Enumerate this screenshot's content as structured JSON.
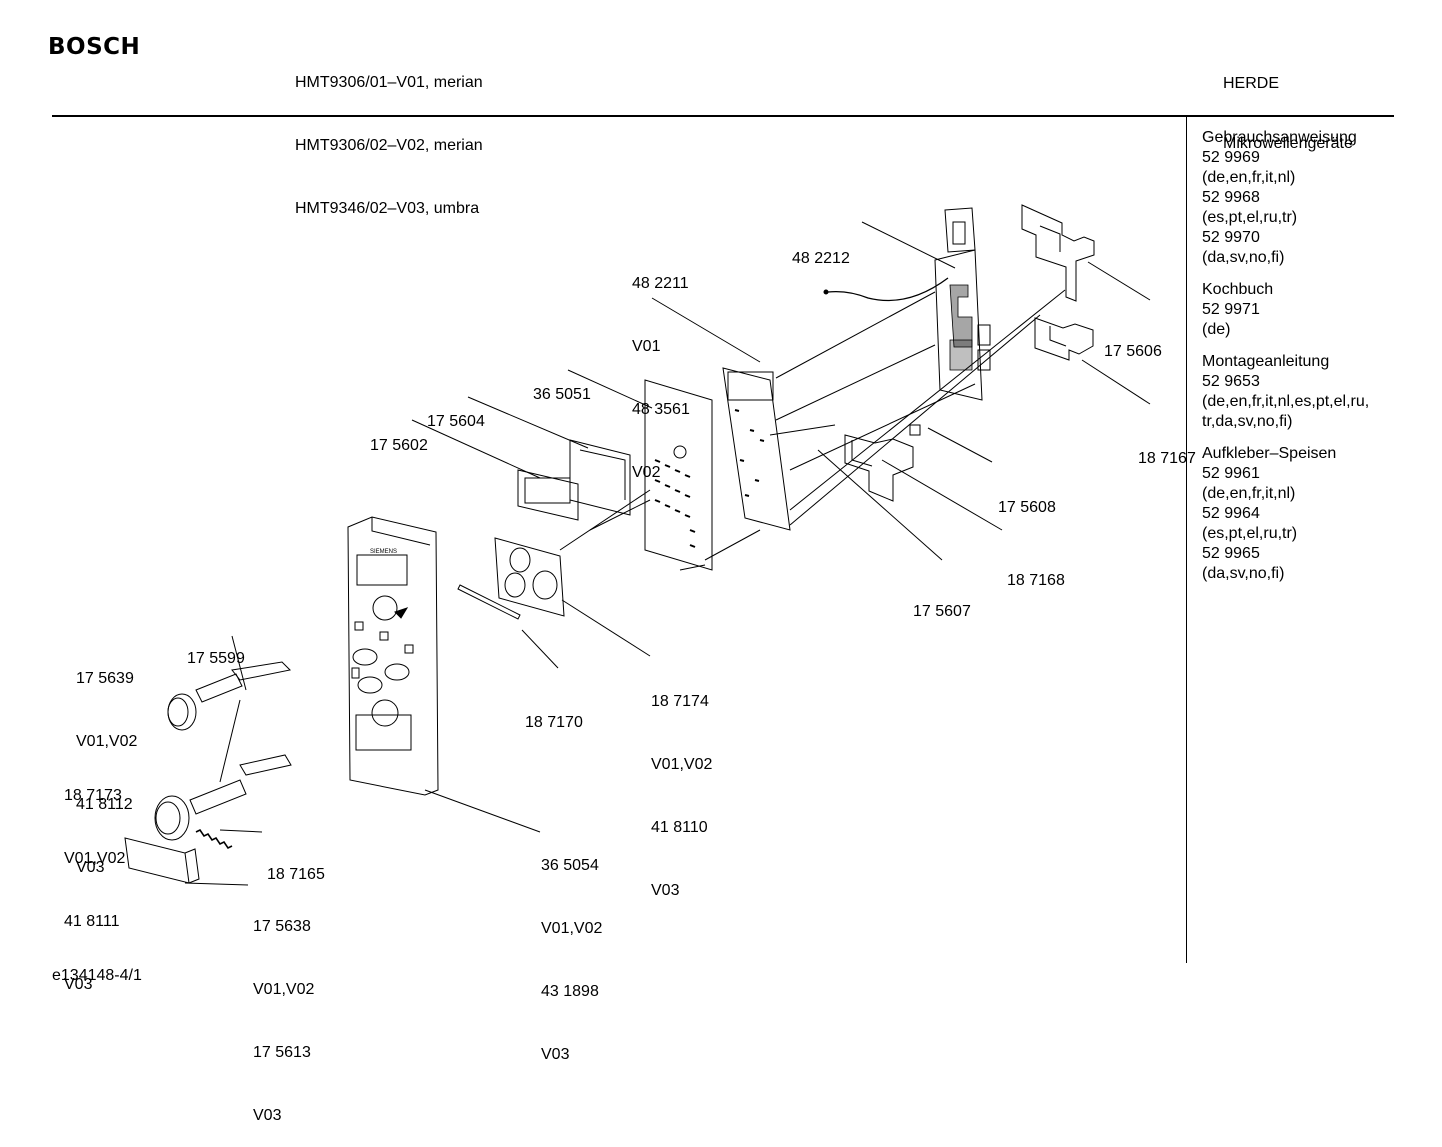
{
  "header": {
    "brand": "BOSCH",
    "models": [
      "HMT9306/01–V01, merian",
      "HMT9306/02–V02, merian",
      "HMT9346/02–V03, umbra"
    ],
    "category": [
      "HERDE",
      "Mikrowellengeräte"
    ]
  },
  "sidebar": {
    "groups": [
      {
        "title": "Gebrauchsanweisung",
        "lines": [
          "52 9969",
          "(de,en,fr,it,nl)",
          "52 9968",
          "(es,pt,el,ru,tr)",
          "52 9970",
          "(da,sv,no,fi)"
        ]
      },
      {
        "title": "Kochbuch",
        "lines": [
          "52 9971",
          "(de)"
        ]
      },
      {
        "title": "Montageanleitung",
        "lines": [
          "52 9653",
          "(de,en,fr,it,nl,es,pt,el,ru,",
          "tr,da,sv,no,fi)"
        ]
      },
      {
        "title": "Aufkleber–Speisen",
        "lines": [
          "52 9961",
          "(de,en,fr,it,nl)",
          "52 9964",
          "(es,pt,el,ru,tr)",
          "52 9965",
          "(da,sv,no,fi)"
        ]
      }
    ]
  },
  "callouts": [
    {
      "id": "482212",
      "lines": [
        "48 2212"
      ]
    },
    {
      "id": "482211",
      "lines": [
        "48 2211",
        "V01",
        "48 3561",
        "V02"
      ]
    },
    {
      "id": "365051",
      "lines": [
        "36 5051"
      ]
    },
    {
      "id": "175604",
      "lines": [
        "17 5604"
      ]
    },
    {
      "id": "175602",
      "lines": [
        "17 5602"
      ]
    },
    {
      "id": "175606",
      "lines": [
        "17 5606"
      ]
    },
    {
      "id": "187167",
      "lines": [
        "18 7167"
      ]
    },
    {
      "id": "175608",
      "lines": [
        "17 5608"
      ]
    },
    {
      "id": "187168",
      "lines": [
        "18 7168"
      ]
    },
    {
      "id": "175607",
      "lines": [
        "17 5607"
      ]
    },
    {
      "id": "175599",
      "lines": [
        "17 5599"
      ]
    },
    {
      "id": "175639",
      "lines": [
        "17 5639",
        "V01,V02",
        "41 8112",
        "V03"
      ]
    },
    {
      "id": "187174",
      "lines": [
        "18 7174",
        "V01,V02",
        "41 8110",
        "V03"
      ]
    },
    {
      "id": "187170",
      "lines": [
        "18 7170"
      ]
    },
    {
      "id": "187173",
      "lines": [
        "18 7173",
        "V01,V02",
        "41 8111",
        "V03"
      ]
    },
    {
      "id": "187165",
      "lines": [
        "18 7165"
      ]
    },
    {
      "id": "365054",
      "lines": [
        "36 5054",
        "V01,V02",
        "43 1898",
        "V03"
      ]
    },
    {
      "id": "175638",
      "lines": [
        "17 5638",
        "V01,V02",
        "17 5613",
        "V03"
      ]
    }
  ],
  "panel_label": "SIEMENS",
  "footer": "e134148-4/1"
}
